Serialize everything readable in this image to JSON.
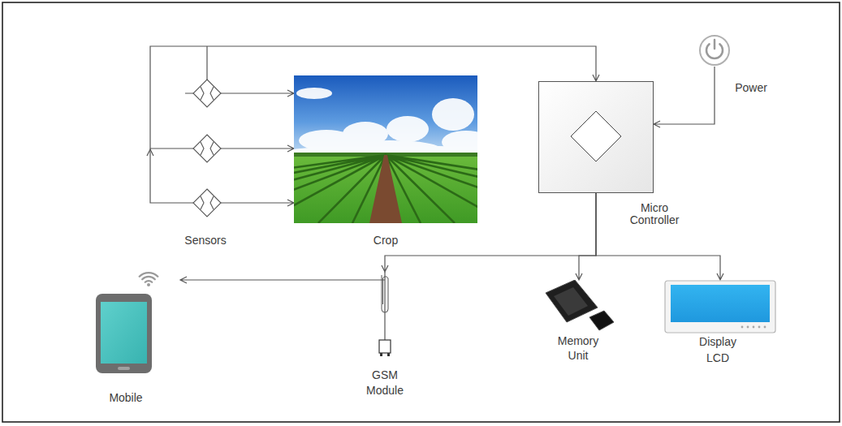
{
  "diagram": {
    "nodes": [
      {
        "text": [
          "Sensors"
        ]
      },
      {
        "text": [
          "Crop"
        ]
      },
      {
        "text": [
          "Micro Controller"
        ]
      },
      {
        "text": [
          "Power"
        ]
      },
      {
        "text": [
          "Mobile"
        ]
      },
      {
        "text": [
          "GSM Module"
        ]
      },
      {
        "text": [
          "Memory Unit"
        ]
      },
      {
        "text": [
          "Display LCD"
        ]
      }
    ],
    "edges": [
      {
        "from": 0,
        "to": 1,
        "arrow": "to"
      },
      {
        "from": 0,
        "to": 2,
        "arrow": "to"
      },
      {
        "from": 3,
        "to": 2,
        "arrow": "to"
      },
      {
        "from": 2,
        "to": 5,
        "arrow": "to"
      },
      {
        "from": 2,
        "to": 6,
        "arrow": "to"
      },
      {
        "from": 2,
        "to": 7,
        "arrow": "to"
      },
      {
        "from": 5,
        "to": 4,
        "arrow": "to"
      }
    ]
  }
}
